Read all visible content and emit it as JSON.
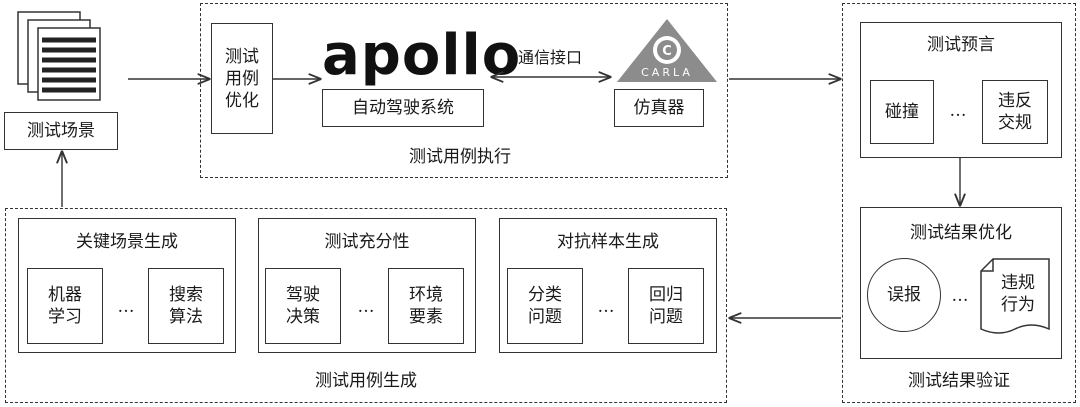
{
  "scene": {
    "test_scenario": "测试场景",
    "exec_group_title": "测试用例执行",
    "optimize_box": [
      "测试",
      "用例",
      "优化"
    ],
    "apollo_logo_text": "apollo",
    "ads_label": "自动驾驶系统",
    "interface_label": "通信接口",
    "carla_logo_text": "CARLA",
    "simulator_label": "仿真器",
    "oracle_title": "测试预言",
    "oracle_items": [
      "碰撞",
      "…",
      "违反交规"
    ],
    "result_opt_title": "测试结果优化",
    "result_opt_items": [
      "误报",
      "…",
      "违规行为"
    ],
    "verify_title": "测试结果验证",
    "gen_group_title": "测试用例生成",
    "modules": [
      {
        "title": "关键场景生成",
        "left": "机器学习",
        "dots": "…",
        "right": "搜索算法"
      },
      {
        "title": "测试充分性",
        "left": "驾驶决策",
        "dots": "…",
        "right": "环境要素"
      },
      {
        "title": "对抗样本生成",
        "left": "分类问题",
        "dots": "…",
        "right": "回归问题"
      }
    ]
  }
}
